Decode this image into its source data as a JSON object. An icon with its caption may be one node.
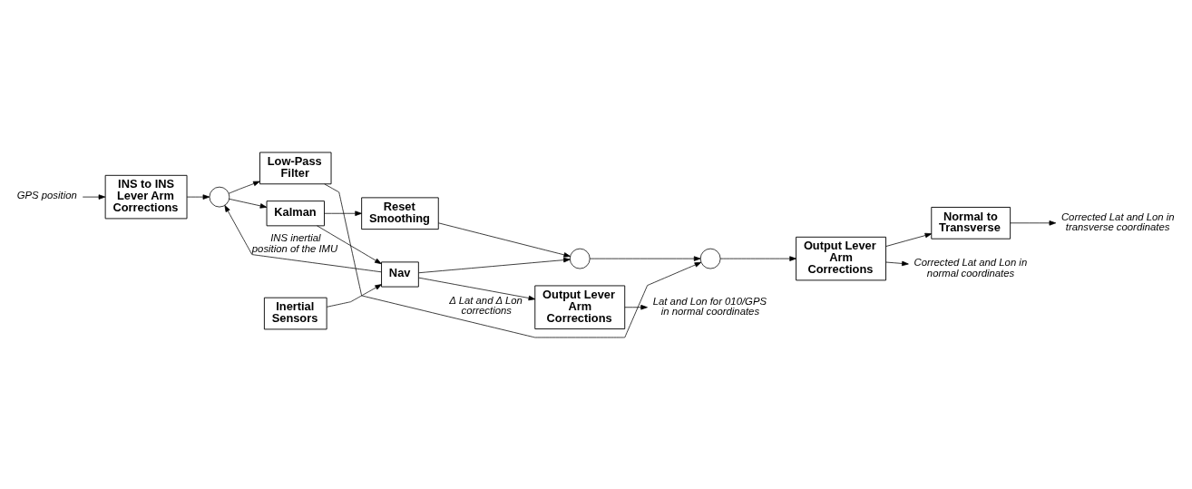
{
  "diagram": {
    "nodes": [
      {
        "text": [
          "GPS position"
        ]
      },
      {
        "text": [
          "INS to INS Lever Arm Corrections"
        ]
      },
      {
        "text": [],
        "shape": "circle"
      },
      {
        "text": [
          "Kalman"
        ]
      },
      {
        "text": [
          "Inertial Sensors"
        ]
      },
      {
        "text": [
          "Nav"
        ]
      },
      {
        "text": [],
        "shape": "circle"
      },
      {
        "text": [],
        "shape": "circle"
      },
      {
        "text": [
          "Output Lever Arm Corrections"
        ]
      },
      {
        "text": [
          "Output Lever Arm Corrections"
        ]
      },
      {
        "text": [
          "Reset Smoothing"
        ]
      },
      {
        "text": [
          "Low-Pass Filter"
        ]
      },
      {
        "text": [
          "Normal to Transverse"
        ]
      },
      {
        "text": [
          "Lat and Lon for 010/GPS in normal coordinates"
        ]
      },
      {
        "text": [
          "Corrected Lat and Lon in normal coordinates"
        ]
      },
      {
        "text": [
          "Corrected Lat and Lon in transverse coordinates"
        ]
      }
    ],
    "edges": [
      {
        "from": 0,
        "to": 1,
        "arrow": "to"
      },
      {
        "from": 1,
        "to": 2,
        "arrow": "to"
      },
      {
        "from": 2,
        "to": 3,
        "arrow": "to"
      },
      {
        "from": 2,
        "to": 11,
        "arrow": "to"
      },
      {
        "from": 3,
        "to": 5,
        "arrow": "to"
      },
      {
        "from": 3,
        "to": 10,
        "arrow": "to"
      },
      {
        "from": 4,
        "to": 5,
        "arrow": "to"
      },
      {
        "from": 5,
        "to": 2,
        "arrow": "to",
        "label": "INS inertial position of the IMU"
      },
      {
        "from": 5,
        "to": 8,
        "arrow": "to"
      },
      {
        "from": 5,
        "to": 6,
        "arrow": "to"
      },
      {
        "from": 10,
        "to": 6,
        "arrow": "to"
      },
      {
        "from": 6,
        "to": 7,
        "arrow": "to"
      },
      {
        "from": 11,
        "to": 7,
        "arrow": "to",
        "label": "Δ Lat and Δ Lon corrections"
      },
      {
        "from": 7,
        "to": 9,
        "arrow": "to"
      },
      {
        "from": 8,
        "to": 13,
        "arrow": "to"
      },
      {
        "from": 9,
        "to": 14,
        "arrow": "to"
      },
      {
        "from": 9,
        "to": 12,
        "arrow": "to"
      },
      {
        "from": 12,
        "to": 15,
        "arrow": "to"
      }
    ]
  }
}
